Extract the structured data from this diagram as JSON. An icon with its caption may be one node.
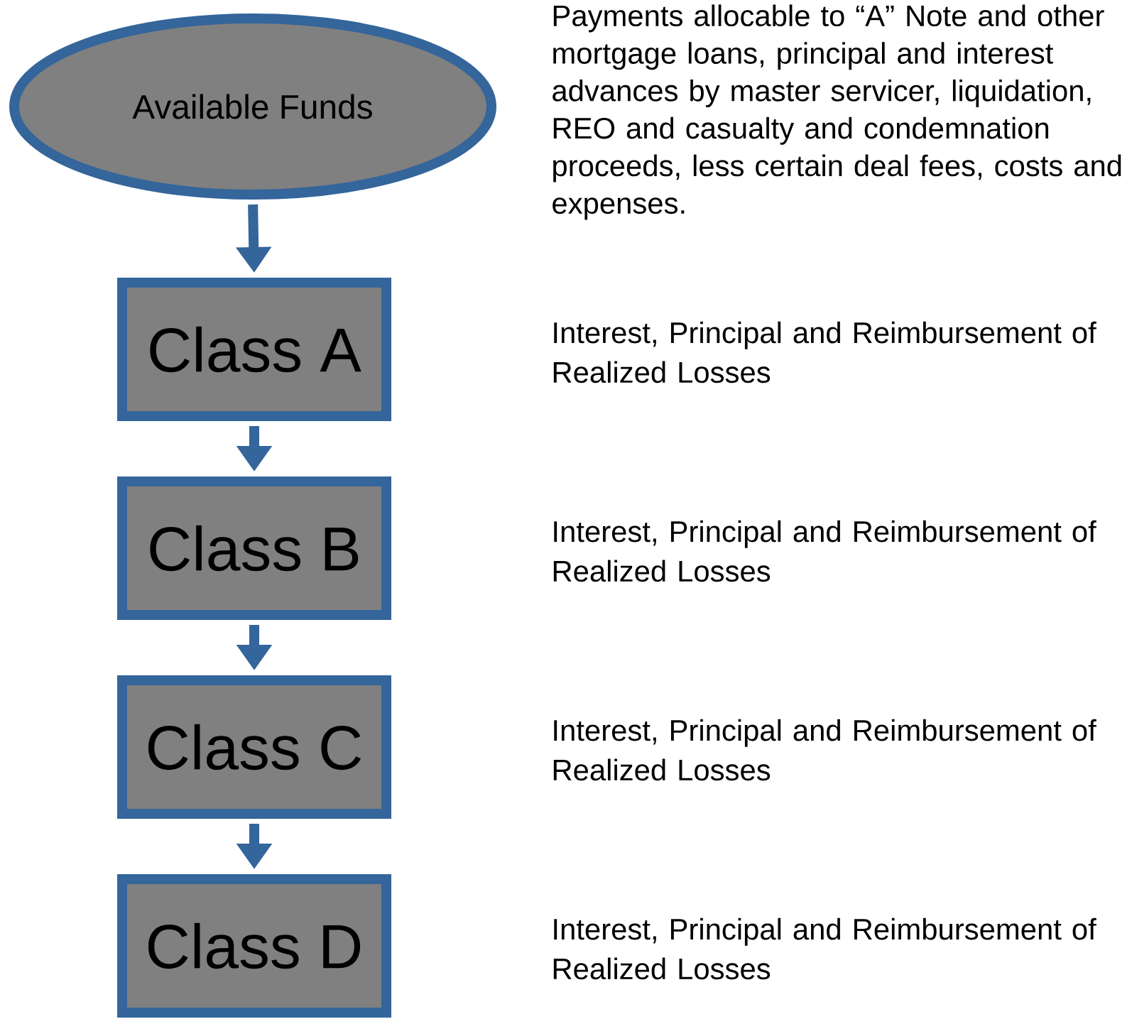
{
  "diagram": {
    "nodes": [
      {
        "text": [
          "Available Funds"
        ],
        "beside": [
          "Payments allocable to “A” Note and other mortgage loans, principal and interest advances by master servicer, liquidation, REO and casualty and condemnation proceeds, less certain deal fees, costs and expenses."
        ]
      },
      {
        "text": [
          "Class A"
        ]
      },
      {
        "text": [
          "Class B"
        ]
      },
      {
        "text": [
          "Class C"
        ]
      },
      {
        "text": [
          "Class D"
        ]
      }
    ],
    "edges": [
      {
        "from": 0,
        "to": 1,
        "arrow": "to"
      },
      {
        "from": 1,
        "to": 2,
        "arrow": "to"
      },
      {
        "from": 2,
        "to": 3,
        "arrow": "to"
      },
      {
        "from": 3,
        "to": 4,
        "arrow": "to"
      }
    ],
    "labels": [
      "Interest, Principal and Reimbursement of Realized Losses",
      "Interest, Principal and Reimbursement of Realized Losses",
      "Interest, Principal and Reimbursement of Realized Losses",
      "Interest, Principal and Reimbursement of Realized Losses"
    ]
  }
}
